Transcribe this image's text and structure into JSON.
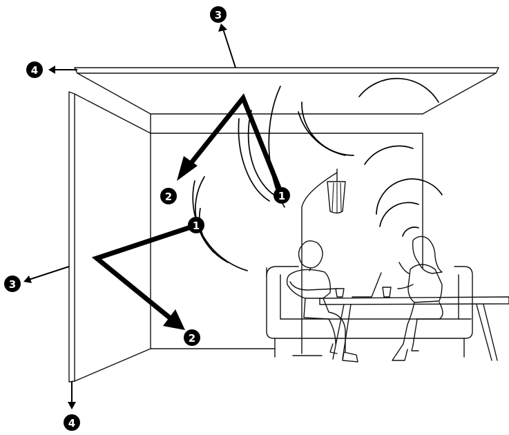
{
  "markers": {
    "m1_upper": "1",
    "m1_lower": "1",
    "m2_upper": "2",
    "m2_lower": "2",
    "m3_top": "3",
    "m3_left": "3",
    "m4_top": "4",
    "m4_bottom": "4"
  }
}
